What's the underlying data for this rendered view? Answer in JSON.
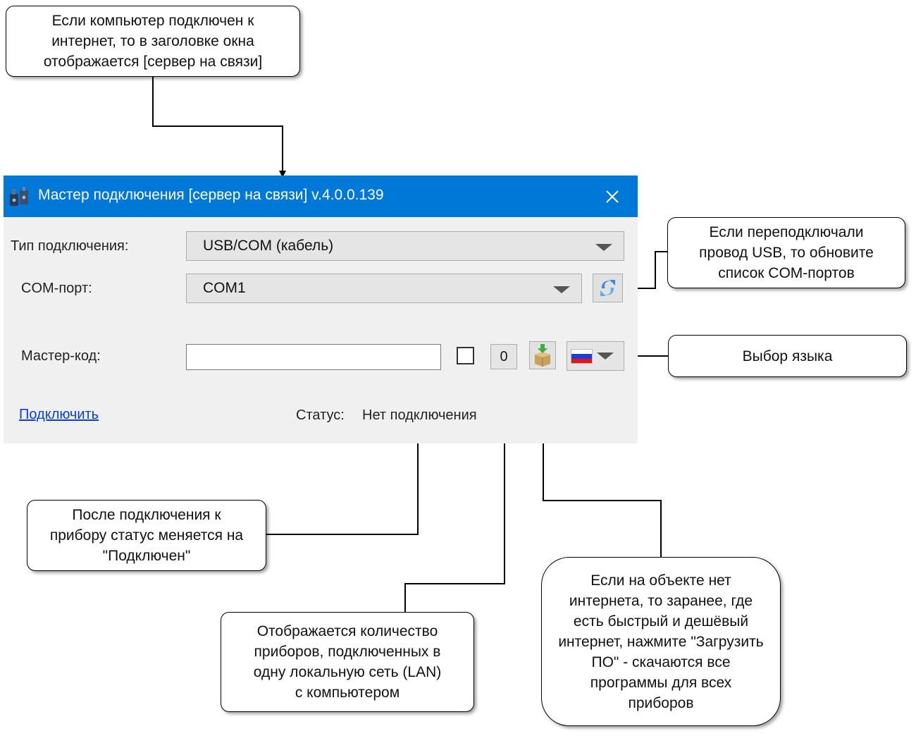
{
  "window": {
    "title": "Мастер подключения [сервер на связи] v.4.0.0.139",
    "close_glyph": "✕",
    "connection_type_label": "Тип подключения:",
    "connection_type_value": "USB/COM (кабель)",
    "com_port_label": "COM-порт:",
    "com_port_value": "COM1",
    "master_code_label": "Мастер-код:",
    "master_code_value": "",
    "master_code_checked": false,
    "lan_device_count": "0",
    "connect_link": "Подключить",
    "status_label": "Статус:",
    "status_value": "Нет подключения",
    "language_flag": "ru",
    "colors": {
      "titlebar": "#0078d7",
      "window_bg": "#f0f0f0",
      "link": "#0a3ee0"
    }
  },
  "callouts": {
    "server_status": "Если компьютер подключен к\nинтернет, то в заголовке окна\nотображается [сервер на связи]",
    "refresh_ports": "Если переподключали\nпровод USB, то обновите\nсписок COM-портов",
    "language": "Выбор языка",
    "status_change": "После подключения к\nприбору статус меняется на\n\"Подключен\"",
    "lan_count": "Отображается количество\nприборов, подключенных в\nодну локальную сеть (LAN)\nс компьютером",
    "download_software": "Если на объекте нет\nинтернета, то заранее, где\nесть быстрый и дешёвый\nинтернет, нажмите \"Загрузить\nПО\" - скачаются все\nпрограммы для всех\nприборов"
  },
  "icons": {
    "app": "devices-app-icon",
    "close": "close-icon",
    "refresh": "refresh-icon",
    "download": "download-package-icon",
    "dropdown": "chevron-down-icon"
  }
}
